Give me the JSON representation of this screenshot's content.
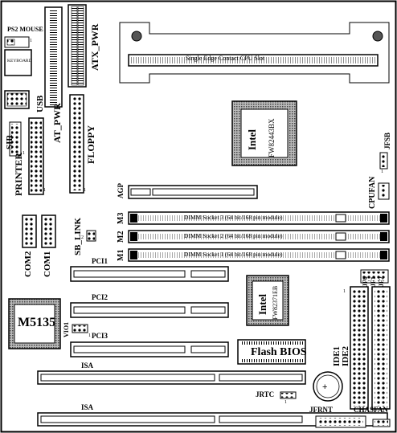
{
  "labels": {
    "ps2_mouse": "PS2 MOUSE",
    "keyboard": "KEYBOARD",
    "usb": "USB",
    "at_pwr": "AT_PWR",
    "atx_pwr": "ATX_PWR",
    "cpu_slot": "Single Edge Contact CPU Slot",
    "sir": "SIR",
    "printer": "PRINTER",
    "floppy": "FLOPPY",
    "intel_chip_brand": "Intel",
    "intel_chip_part": "FW82443BX",
    "jfsb": "JFSB",
    "cpufan": "CPUFAN",
    "agp": "AGP",
    "m3": "M3",
    "m2": "M2",
    "m1": "M1",
    "dimm3": "DIMM Socket 3 (64 bit/168 pin module)",
    "dimm2": "DIMM Socket 2 (64 bit/168 pin module)",
    "dimm1": "DIMM Socket 1 (64 bit/168 pin module)",
    "com2": "COM2",
    "com1": "COM1",
    "sb_link": "SB_LINK",
    "pci1": "PCI1",
    "pci2": "PCI2",
    "pci3": "PCI3",
    "south_brand": "Intel",
    "south_part": "FW82371EB",
    "jf0": "JF0",
    "jf1": "JF1",
    "jf2": "JF2",
    "m5135": "M5135",
    "vio1": "VIO1",
    "flash_bios": "Flash BIOS",
    "ide1": "IDE1",
    "ide2": "IDE2",
    "isa1": "ISA",
    "isa2": "ISA",
    "jrtc": "JRTC",
    "jfrnt": "JFRNT",
    "chasfan": "CHASFAN",
    "pin1": "1",
    "pin1b": "1",
    "pin1c": "1",
    "pin1d": "1",
    "pin1e": "1",
    "pin1f": "1",
    "pin1g": "1",
    "pin2": "2",
    "pin1h": "1"
  }
}
